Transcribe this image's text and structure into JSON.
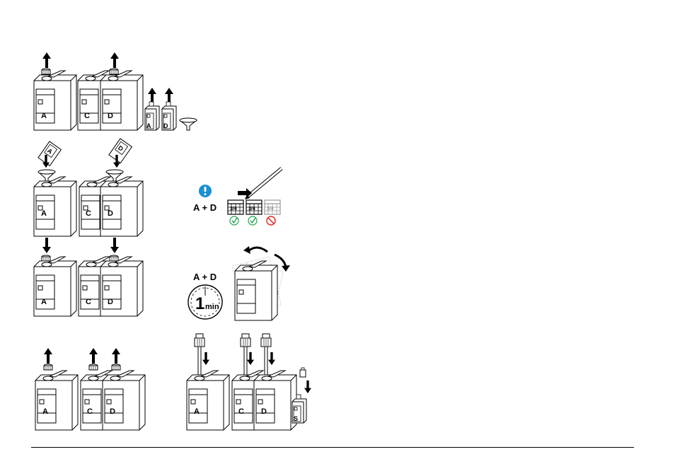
{
  "colors": {
    "note_icon": "#1a8fd6",
    "ok_check": "#19a24a",
    "forbidden": "#e2231a"
  },
  "icons": {
    "arrow_up": "arrow-up-icon",
    "arrow_down": "arrow-down-icon",
    "funnel": "funnel-icon",
    "note": "exclamation-note-icon",
    "check": "checkmark-icon",
    "forbidden": "forbidden-icon",
    "pencil": "pencil-icon",
    "calendar": "calendar-icon",
    "timer": "timer-icon",
    "rotate": "rotate-arrow-icon",
    "dispenser": "dispenser-cap-icon"
  },
  "labels": {
    "a": "A",
    "c": "C",
    "d": "D",
    "s": "S",
    "mix": "A + D",
    "timer_value": "1",
    "timer_unit": "min"
  },
  "calendar_marks": [
    "3/4",
    "3/4",
    "3/4"
  ]
}
